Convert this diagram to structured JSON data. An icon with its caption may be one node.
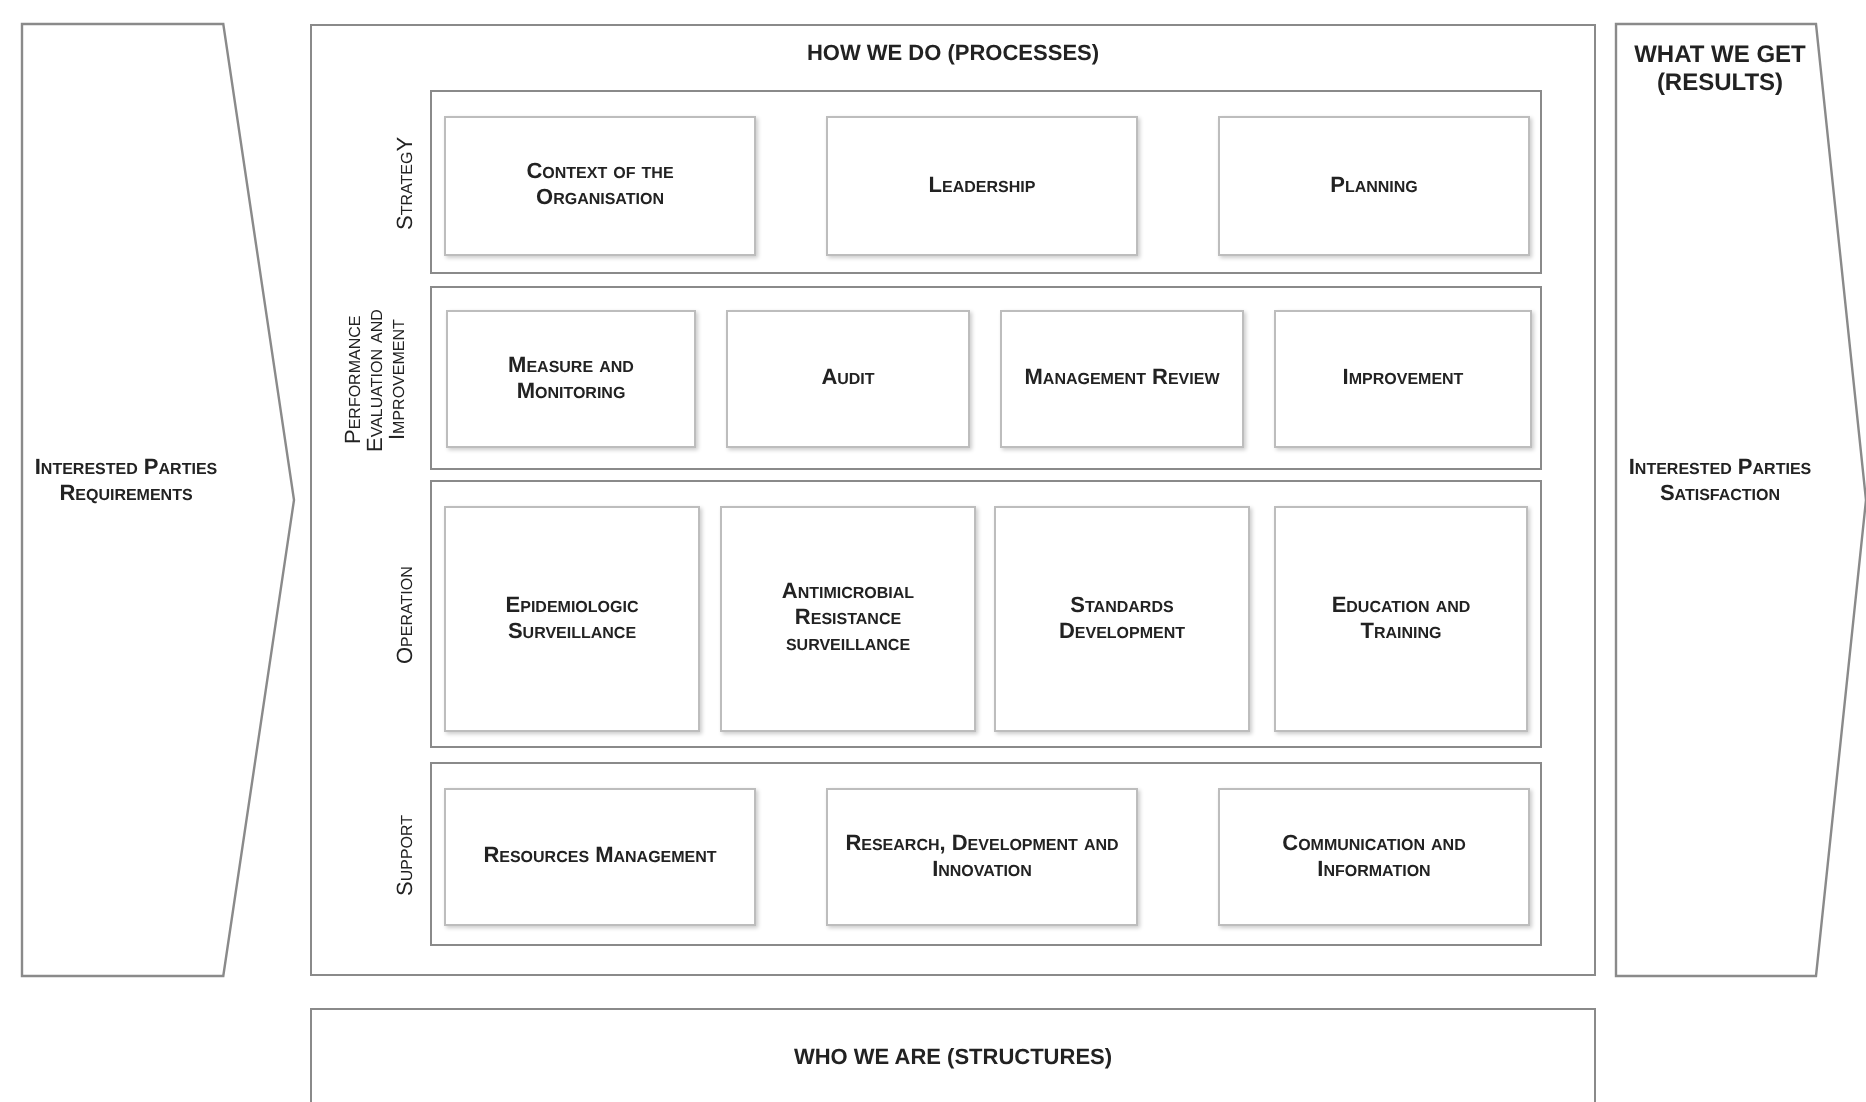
{
  "diagram": {
    "nodes": [
      {
        "text": [
          "Interested Parties Requirements"
        ]
      },
      {
        "text": [
          "HOW WE DO (PROCESSES)"
        ]
      },
      {
        "text": [
          "StrategY"
        ],
        "in": 1
      },
      {
        "text": [
          "Context of the Organisation"
        ],
        "in": 2
      },
      {
        "text": [
          "Leadership"
        ],
        "in": 2
      },
      {
        "text": [
          "Planning"
        ],
        "in": 2
      },
      {
        "text": [
          "Performance Evaluation and Improvement"
        ],
        "in": 1
      },
      {
        "text": [
          "Measure and Monitoring"
        ],
        "in": 6
      },
      {
        "text": [
          "Audit"
        ],
        "in": 6
      },
      {
        "text": [
          "Management Review"
        ],
        "in": 6
      },
      {
        "text": [
          "Improvement"
        ],
        "in": 6
      },
      {
        "text": [
          "Operation"
        ],
        "in": 1
      },
      {
        "text": [
          "Epidemiologic Surveillance"
        ],
        "in": 11
      },
      {
        "text": [
          "Antimicrobial Resistance surveillance"
        ],
        "in": 11
      },
      {
        "text": [
          "Standards Development"
        ],
        "in": 11
      },
      {
        "text": [
          "Education and Training"
        ],
        "in": 11
      },
      {
        "text": [
          "Support"
        ],
        "in": 1
      },
      {
        "text": [
          "Resources Management"
        ],
        "in": 16
      },
      {
        "text": [
          "Research, Development and Innovation"
        ],
        "in": 16
      },
      {
        "text": [
          "Communication and Information"
        ],
        "in": 16
      },
      {
        "text": [
          "WHAT WE GET (RESULTS)",
          "Interested Parties Satisfaction"
        ]
      },
      {
        "text": [
          "WHO WE ARE (STRUCTURES)"
        ]
      }
    ],
    "edges": []
  }
}
